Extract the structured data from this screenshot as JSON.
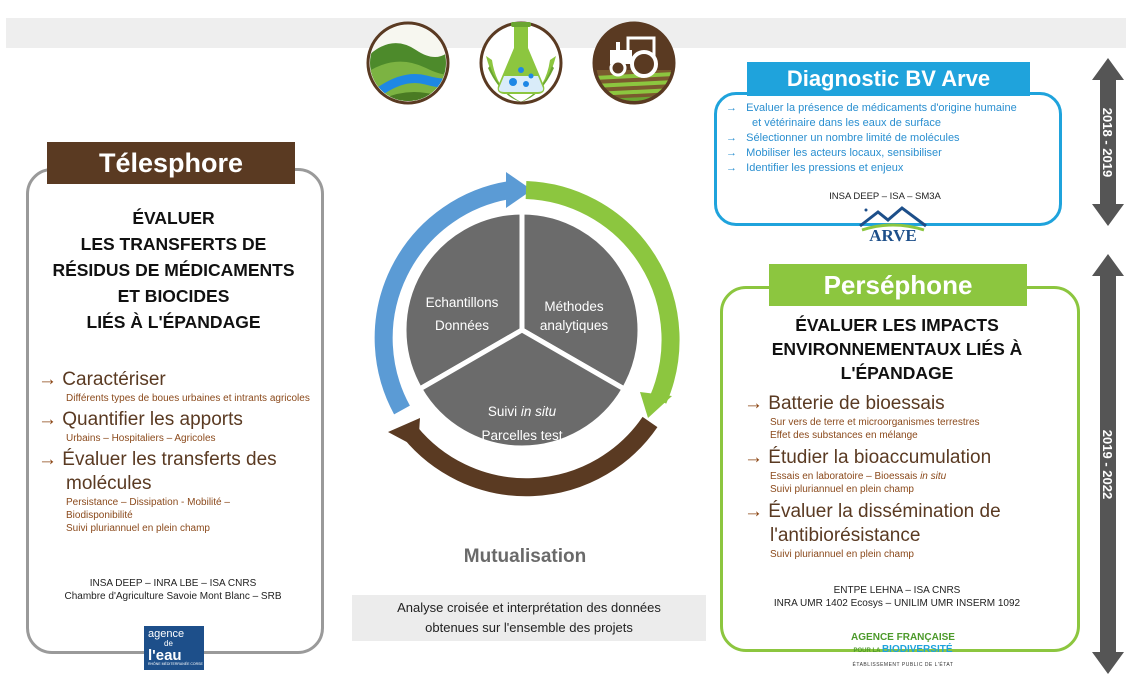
{
  "telesphore": {
    "header": "Télesphore",
    "title_lines": [
      "ÉVALUER",
      "LES TRANSFERTS DE",
      "RÉSIDUS DE MÉDICAMENTS",
      "ET BIOCIDES",
      "LIÉS À L'ÉPANDAGE"
    ],
    "items": [
      {
        "heading": "Caractériser",
        "details": [
          "Différents types de boues urbaines et intrants agricoles"
        ]
      },
      {
        "heading": "Quantifier les apports",
        "details": [
          "Urbains – Hospitaliers – Agricoles"
        ]
      },
      {
        "heading_lines": [
          "Évaluer les transferts des",
          "molécules"
        ],
        "details": [
          "Persistance – Dissipation - Mobilité –",
          "Biodisponibilité",
          "Suivi pluriannuel en plein champ"
        ]
      }
    ],
    "credits": [
      "INSA DEEP – INRA LBE  – ISA CNRS",
      "Chambre d'Agriculture Savoie Mont Blanc – SRB"
    ],
    "logo": {
      "line1": "agence",
      "line2": "de",
      "line3": "l'eau",
      "small": "RHÔNE MÉDITERRANÉE CORSE"
    }
  },
  "cycle": {
    "segments": {
      "left": [
        "Echantillons",
        "Données"
      ],
      "right": [
        "Méthodes",
        "analytiques"
      ],
      "bottom_line1_prefix": "Suivi ",
      "bottom_line1_italic": "in situ",
      "bottom_line2": "Parcelles test"
    },
    "mutualisation": "Mutualisation",
    "analyse_lines": [
      "Analyse croisée et interprétation des données",
      "obtenues sur l'ensemble des projets"
    ]
  },
  "diagnostic": {
    "header": "Diagnostic BV Arve",
    "items": [
      "Evaluer la présence de médicaments d'origine humaine",
      "et vétérinaire dans les eaux de surface",
      "Sélectionner un nombre limité de molécules",
      "Mobiliser les acteurs locaux, sensibiliser",
      "Identifier les  pressions et enjeux"
    ],
    "credits": "INSA DEEP – ISA – SM3A",
    "logo_text": "ARVE"
  },
  "persephone": {
    "header": "Perséphone",
    "title_lines": [
      "ÉVALUER LES IMPACTS",
      "ENVIRONNEMENTAUX LIÉS À",
      "L'ÉPANDAGE"
    ],
    "items": [
      {
        "heading": "Batterie de bioessais",
        "details": [
          "Sur vers de terre et microorganismes terrestres",
          "Effet des substances en mélange"
        ]
      },
      {
        "heading": "Étudier la bioaccumulation",
        "details_prefix": "Essais en laboratoire – Bioessais ",
        "details_italic": "in situ",
        "details": [
          "Suivi pluriannuel en plein champ"
        ]
      },
      {
        "heading_lines": [
          "Évaluer la dissémination de",
          "l'antibiorésistance"
        ],
        "details": [
          "Suivi pluriannuel en plein champ"
        ]
      }
    ],
    "credits": [
      "ENTPE LEHNA – ISA CNRS",
      "INRA UMR 1402 Ecosys – UNILIM UMR INSERM 1092"
    ],
    "logo": {
      "line1": "AGENCE FRANÇAISE",
      "line2a": "POUR LA ",
      "line2b": "BIODIVERSITÉ",
      "line3": "ÉTABLISSEMENT PUBLIC DE L'ÉTAT"
    }
  },
  "timeline": {
    "top": "2018 - 2019",
    "bottom": "2019 - 2022"
  },
  "colors": {
    "brown": "#5a3a22",
    "blue": "#1fa3dc",
    "green": "#8cc63f",
    "grey": "#6b6b6b"
  },
  "icons": [
    "landscape-river-icon",
    "flask-leaves-icon",
    "tractor-field-icon"
  ]
}
